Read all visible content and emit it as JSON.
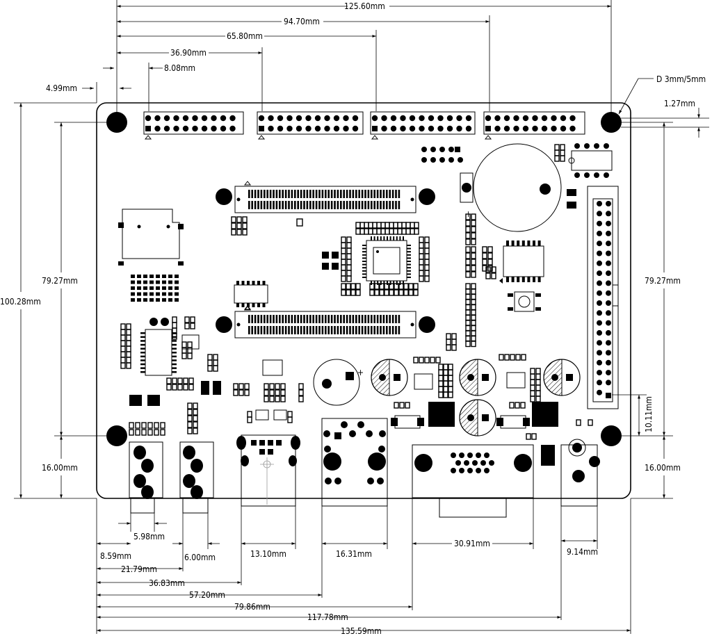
{
  "dimensions": {
    "top": [
      "125.60mm",
      "94.70mm",
      "65.80mm",
      "36.90mm",
      "8.08mm",
      "4.99mm"
    ],
    "hole_note": "D 3mm/5mm",
    "right_top": "1.27mm",
    "left_height": "100.28mm",
    "left_inner": "79.27mm",
    "left_bottom": "16.00mm",
    "right_inner": "79.27mm",
    "right_small": "10.11mm",
    "right_bottom": "16.00mm",
    "bottom": {
      "w598": "5.98mm",
      "w859": "8.59mm",
      "w600": "6.00mm",
      "w1310": "13.10mm",
      "w1631": "16.31mm",
      "w3091": "30.91mm",
      "w914": "9.14mm",
      "w2179": "21.79mm",
      "w3683": "36.83mm",
      "w5720": "57.20mm",
      "w7986": "79.86mm",
      "w11778": "117.78mm",
      "w13559": "135.59mm"
    }
  },
  "marks": {
    "plus": "+"
  }
}
